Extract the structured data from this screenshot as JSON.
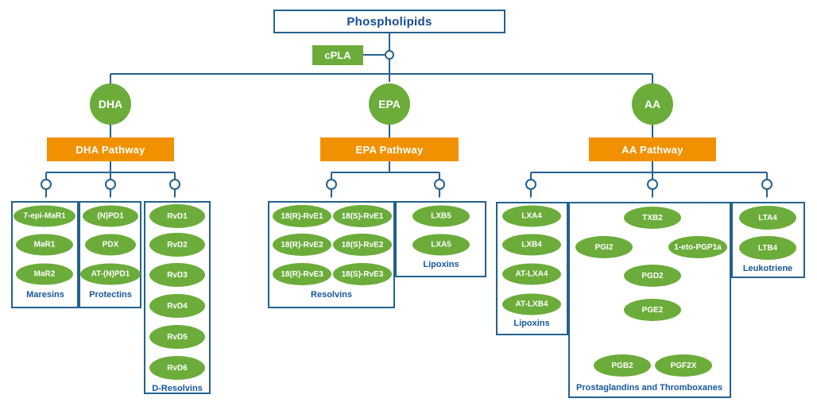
{
  "colors": {
    "green": "#6bac3a",
    "orange": "#f29100",
    "line_blue": "#24618e",
    "label_blue": "#1657a0",
    "title_blue": "#164a94"
  },
  "root": {
    "title": "Phospholipids",
    "enzyme": "cPLA"
  },
  "branches": [
    {
      "node": "DHA",
      "pathway": "DHA Pathway",
      "boxes": [
        {
          "label": "Maresins",
          "items": [
            "7-epi-MaR1",
            "MaR1",
            "MaR2"
          ]
        },
        {
          "label": "Protectins",
          "items": [
            "(N)PD1",
            "PDX",
            "AT-(N)PD1"
          ]
        },
        {
          "label": "D-Resolvins",
          "items": [
            "RvD1",
            "RvD2",
            "RvD3",
            "RvD4",
            "RvD5",
            "RvD6"
          ]
        }
      ]
    },
    {
      "node": "EPA",
      "pathway": "EPA Pathway",
      "boxes": [
        {
          "label": "Resolvins",
          "items": [
            "18(R)-RvE1",
            "18(S)-RvE1",
            "18(R)-RvE2",
            "18(S)-RvE2",
            "18(R)-RvE3",
            "18(S)-RvE3"
          ]
        },
        {
          "label": "Lipoxins",
          "items": [
            "LXB5",
            "LXA5"
          ]
        }
      ]
    },
    {
      "node": "AA",
      "pathway": "AA Pathway",
      "boxes": [
        {
          "label": "Lipoxins",
          "items": [
            "LXA4",
            "LXB4",
            "AT-LXA4",
            "AT-LXB4"
          ]
        },
        {
          "label": "Prostaglandins and Thromboxanes",
          "items": [
            "TXB2",
            "PGI2",
            "1-eto-PGP1a",
            "PGD2",
            "PGE2",
            "PGB2",
            "PGF2X"
          ]
        },
        {
          "label": "Leukotriene",
          "items": [
            "LTA4",
            "LTB4"
          ]
        }
      ]
    }
  ]
}
